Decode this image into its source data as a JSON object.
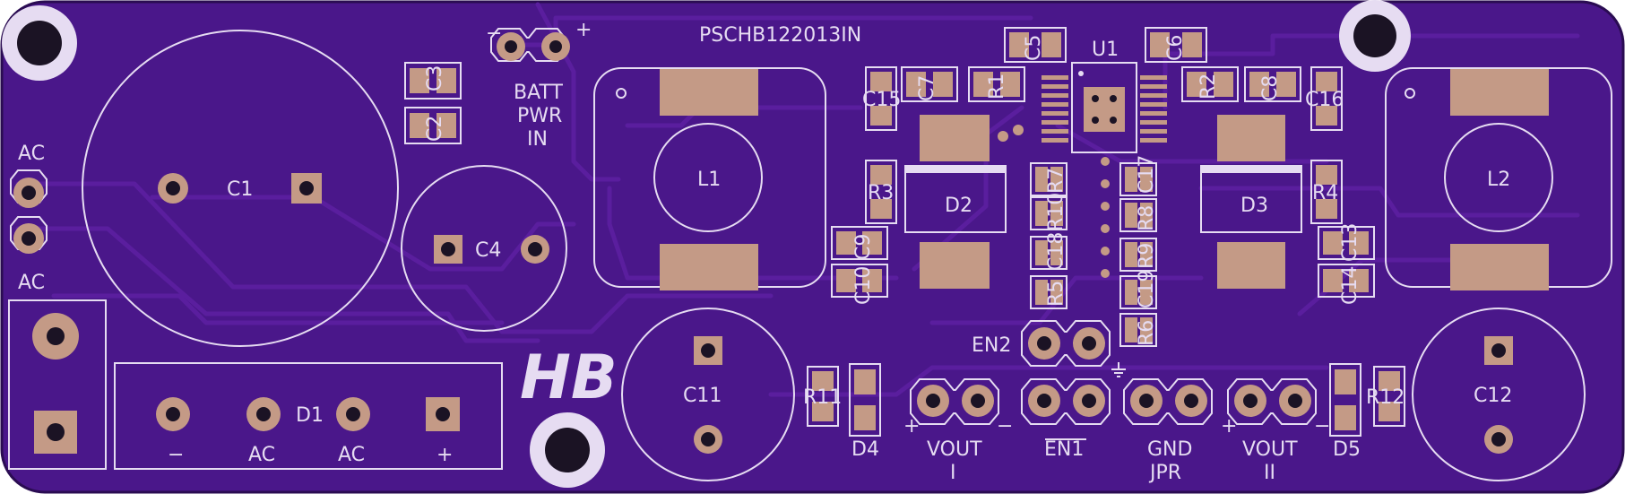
{
  "board": {
    "board_id": "PSCHB122013IN",
    "logo": "HB",
    "colors": {
      "solder_mask": "#4a178a",
      "silkscreen": "#e6dcf2",
      "pad": "#c49a86",
      "drill": "#1b1324"
    }
  },
  "labels": {
    "ac_top": "AC",
    "ac_mid": "AC",
    "batt": "BATT",
    "pwr": "PWR",
    "in": "IN",
    "c1": "C1",
    "c2": "C2",
    "c3": "C3",
    "c4": "C4",
    "c5": "C5",
    "c6": "C6",
    "c7": "C7",
    "c8": "C8",
    "c9": "C9",
    "c10": "C10",
    "c11": "C11",
    "c12": "C12",
    "c13": "C13",
    "c14": "C14",
    "c15": "C15",
    "c16": "C16",
    "c17": "C17",
    "c18": "C18",
    "c19": "C19",
    "r1": "R1",
    "r2": "R2",
    "r3": "R3",
    "r4": "R4",
    "r5": "R5",
    "r6": "R6",
    "r7": "R7",
    "r8": "R8",
    "r9": "R9",
    "r10": "R10",
    "r11": "R11",
    "r12": "R12",
    "l1": "L1",
    "l2": "L2",
    "d1": "D1",
    "d2": "D2",
    "d3": "D3",
    "d4": "D4",
    "d5": "D5",
    "u1": "U1",
    "en1": "EN1",
    "en2": "EN2",
    "vout": "VOUT",
    "vout2": "VOUT",
    "one": "I",
    "two": "II",
    "gnd": "GND",
    "jpr": "JPR",
    "minus": "−",
    "ac1": "AC",
    "ac2": "AC",
    "plus": "+"
  }
}
